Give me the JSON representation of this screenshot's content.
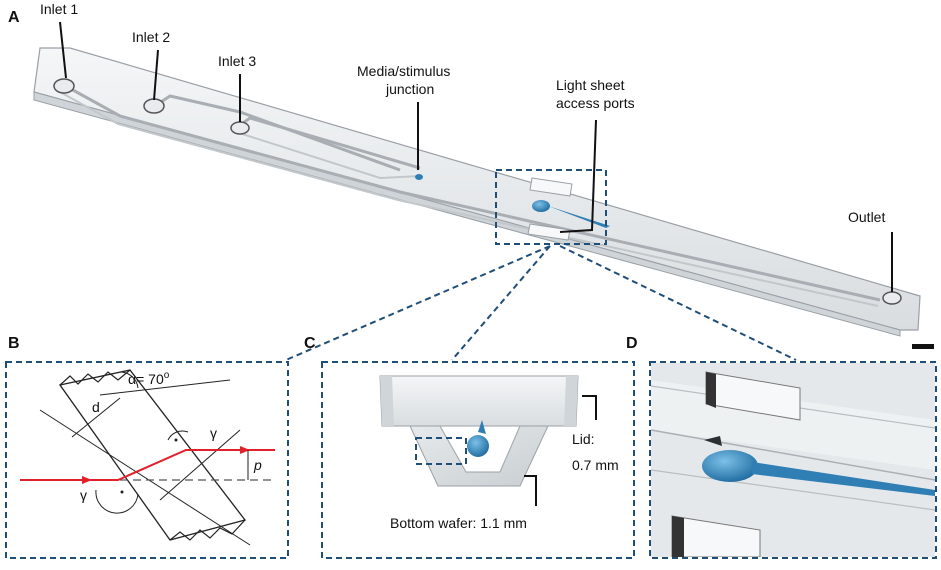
{
  "panel_a": {
    "letter": "A",
    "inlet1": "Inlet 1",
    "inlet2": "Inlet 2",
    "inlet3": "Inlet 3",
    "junction_line1": "Media/stimulus",
    "junction_line2": "junction",
    "ports_line1": "Light sheet",
    "ports_line2": "access ports",
    "outlet": "Outlet"
  },
  "panel_b": {
    "letter": "B",
    "alpha_label": "α= 70",
    "alpha_sup": "o",
    "d_label": "d",
    "gamma1": "γ",
    "gamma2": "γ",
    "p_label": "p"
  },
  "panel_c": {
    "letter": "C",
    "lid_line1": "Lid:",
    "lid_line2": "0.7 mm",
    "bottom_label": "Bottom wafer: 1.1 mm"
  },
  "panel_d": {
    "letter": "D"
  },
  "colors": {
    "frame_dash": "#1f4e79",
    "fish_blue": "#2f7fb5",
    "laser_red": "#e0202a",
    "glass_edge": "#9aa0a6"
  }
}
